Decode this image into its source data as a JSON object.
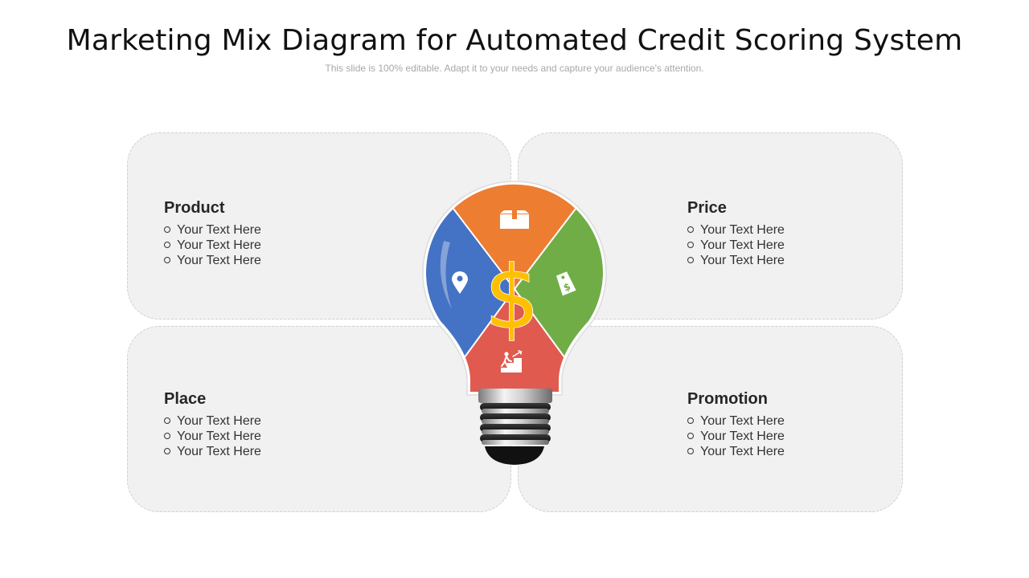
{
  "header": {
    "title": "Marketing Mix Diagram for Automated Credit Scoring System",
    "subtitle": "This slide is 100% editable. Adapt it to your needs and capture your audience's attention."
  },
  "quadrants": [
    {
      "id": "product",
      "heading": "Product",
      "items": [
        "Your Text Here",
        "Your Text Here",
        "Your Text Here"
      ],
      "color": "#ED7D31",
      "icon": "box-icon"
    },
    {
      "id": "price",
      "heading": "Price",
      "items": [
        "Your Text Here",
        "Your Text Here",
        "Your Text Here"
      ],
      "color": "#70AD47",
      "icon": "price-tag-icon"
    },
    {
      "id": "place",
      "heading": "Place",
      "items": [
        "Your Text Here",
        "Your Text Here",
        "Your Text Here"
      ],
      "color": "#4472C4",
      "icon": "location-pin-icon"
    },
    {
      "id": "promotion",
      "heading": "Promotion",
      "items": [
        "Your Text Here",
        "Your Text Here",
        "Your Text Here"
      ],
      "color": "#E05A4F",
      "icon": "stairs-climb-icon"
    }
  ],
  "center": {
    "symbol": "$",
    "color": "#FFC000"
  }
}
